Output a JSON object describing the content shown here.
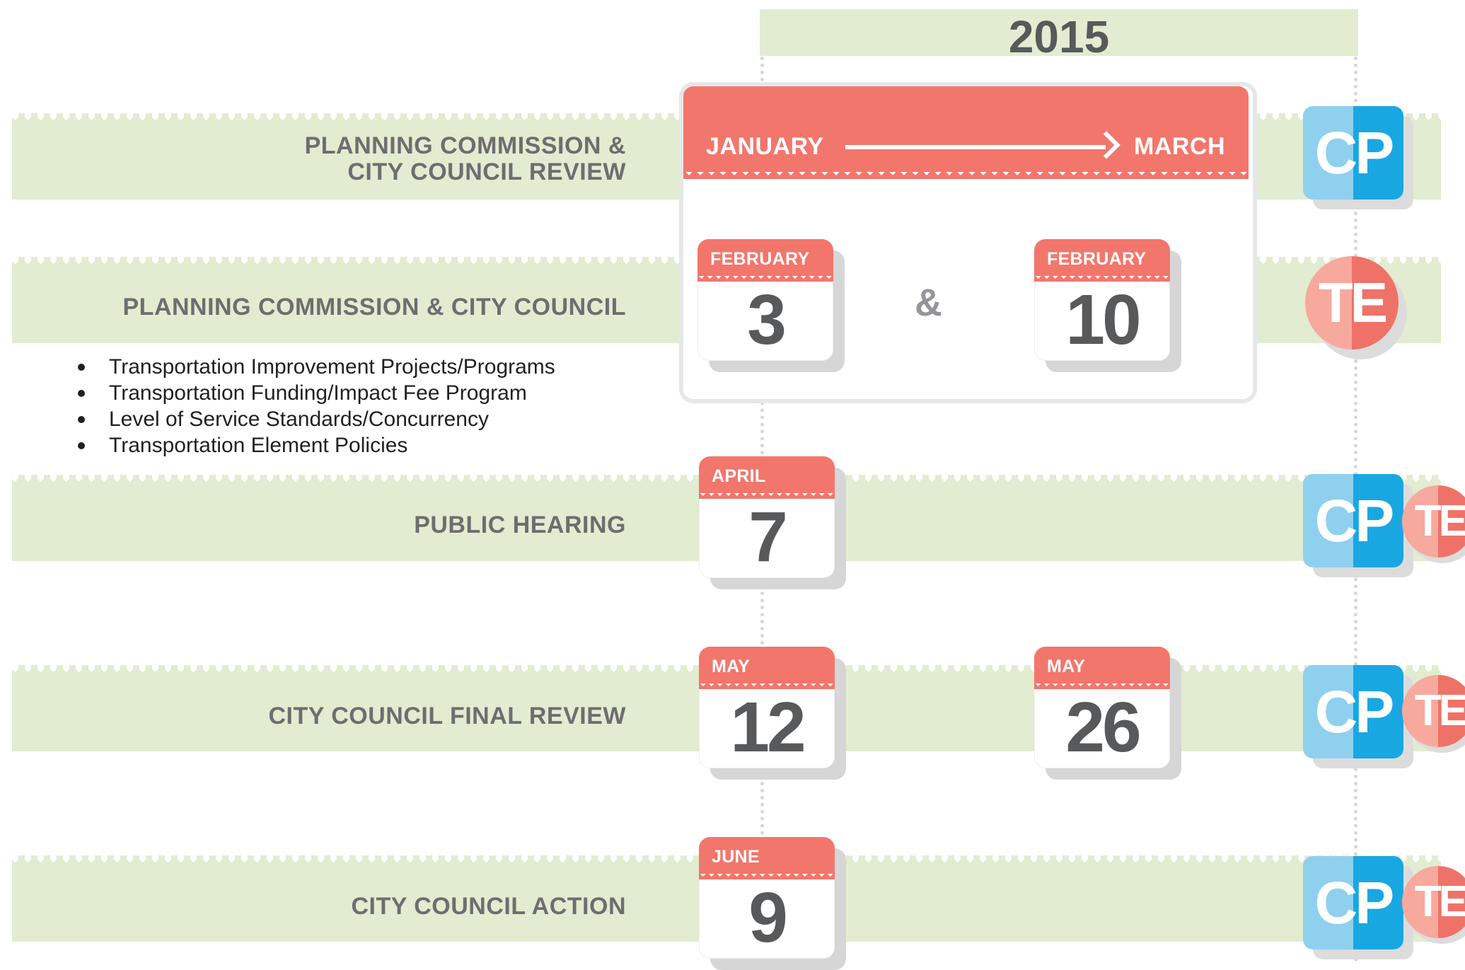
{
  "year": "2015",
  "range": {
    "start": "JANUARY",
    "end": "MARCH"
  },
  "ampersand": "&",
  "steps": [
    {
      "label_lines": [
        "PLANNING COMMISSION &",
        "CITY COUNCIL REVIEW"
      ]
    },
    {
      "label_lines": [
        "PLANNING COMMISSION & CITY COUNCIL"
      ]
    },
    {
      "label_lines": [
        "PUBLIC HEARING"
      ]
    },
    {
      "label_lines": [
        "CITY COUNCIL FINAL REVIEW"
      ]
    },
    {
      "label_lines": [
        "CITY COUNCIL ACTION"
      ]
    }
  ],
  "bullets": [
    "Transportation Improvement Projects/Programs",
    "Transportation Funding/Impact Fee Program",
    "Level of Service Standards/Concurrency",
    "Transportation Element Policies"
  ],
  "dates": [
    {
      "month": "FEBRUARY",
      "day": "3"
    },
    {
      "month": "FEBRUARY",
      "day": "10"
    },
    {
      "month": "APRIL",
      "day": "7"
    },
    {
      "month": "MAY",
      "day": "12"
    },
    {
      "month": "MAY",
      "day": "26"
    },
    {
      "month": "JUNE",
      "day": "9"
    }
  ],
  "badges": {
    "cp": "CP",
    "te": "TE"
  },
  "colors": {
    "band": "#e2ecd0",
    "calendar_red": "#f2766c",
    "cp_light": "#8fd0ef",
    "cp_dark": "#19a7e2",
    "te_light": "#f7a99e",
    "te_dark": "#ef7268",
    "label_gray": "#6d6e70"
  }
}
